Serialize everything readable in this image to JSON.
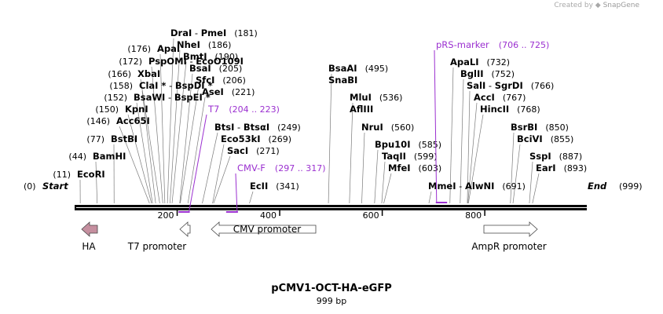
{
  "credit": {
    "prefix": "Created by",
    "brand": "SnapGene"
  },
  "title": "pCMV1-OCT-HA-eGFP",
  "length_label": "999 bp",
  "sequence_length": 999,
  "ruler": {
    "ticks": [
      200,
      400,
      600,
      800
    ]
  },
  "sites": [
    {
      "name": "DraI",
      "extra": "PmeI",
      "pos": "181",
      "bp": 181
    },
    {
      "name": "NheI",
      "pos": "186",
      "bp": 186
    },
    {
      "name": "ApaI",
      "pos": "176",
      "bp": 176,
      "side": "left"
    },
    {
      "name": "BmtI",
      "pos": "190",
      "bp": 190
    },
    {
      "name": "PspOMI",
      "extra": "EcoO109I",
      "pos": "172",
      "bp": 172,
      "side": "left"
    },
    {
      "name": "XbaI",
      "pos": "166",
      "bp": 166,
      "side": "left"
    },
    {
      "name": "BsaI",
      "pos": "205",
      "bp": 205
    },
    {
      "name": "SfcI",
      "pos": "206",
      "bp": 206
    },
    {
      "name": "ClaI *",
      "extra": "BspDI *",
      "pos": "158",
      "bp": 158,
      "side": "left"
    },
    {
      "name": "AseI",
      "pos": "221",
      "bp": 221
    },
    {
      "name": "BsaWI",
      "extra": "BspEI *",
      "pos": "152",
      "bp": 152,
      "side": "left"
    },
    {
      "name": "KpnI",
      "pos": "150",
      "bp": 150,
      "side": "left"
    },
    {
      "name": "Acc65I",
      "pos": "146",
      "bp": 146,
      "side": "left"
    },
    {
      "name": "BtsI",
      "extra": "BtsαI",
      "pos": "249",
      "bp": 249
    },
    {
      "name": "BstBI",
      "pos": "77",
      "bp": 77,
      "side": "left"
    },
    {
      "name": "Eco53kI",
      "pos": "269",
      "bp": 269
    },
    {
      "name": "SacI",
      "pos": "271",
      "bp": 271
    },
    {
      "name": "BamHI",
      "pos": "44",
      "bp": 44,
      "side": "left"
    },
    {
      "name": "EcoRI",
      "pos": "11",
      "bp": 11,
      "side": "left"
    },
    {
      "name": "EcII",
      "pos": "341",
      "bp": 341
    },
    {
      "name": "BsaAI",
      "pos": "495",
      "bp": 495
    },
    {
      "name": "SnaBI",
      "pos": "",
      "bp": 495
    },
    {
      "name": "MluI",
      "pos": "536",
      "bp": 536
    },
    {
      "name": "AflIII",
      "pos": "",
      "bp": 536
    },
    {
      "name": "NruI",
      "pos": "560",
      "bp": 560
    },
    {
      "name": "Bpu10I",
      "pos": "585",
      "bp": 585
    },
    {
      "name": "TaqII",
      "pos": "599",
      "bp": 599
    },
    {
      "name": "MfeI",
      "pos": "603",
      "bp": 603
    },
    {
      "name": "ApaLI",
      "pos": "732",
      "bp": 732
    },
    {
      "name": "BglII",
      "pos": "752",
      "bp": 752
    },
    {
      "name": "SalI",
      "extra": "SgrDI",
      "pos": "766",
      "bp": 766
    },
    {
      "name": "AccI",
      "pos": "767",
      "bp": 767
    },
    {
      "name": "HincII",
      "pos": "768",
      "bp": 768
    },
    {
      "name": "MmeI",
      "extra": "AlwNI",
      "pos": "691",
      "bp": 691
    },
    {
      "name": "BsrBI",
      "pos": "850",
      "bp": 850
    },
    {
      "name": "BciVI",
      "pos": "855",
      "bp": 855
    },
    {
      "name": "SspI",
      "pos": "887",
      "bp": 887
    },
    {
      "name": "EarI",
      "pos": "893",
      "bp": 893
    }
  ],
  "ends": {
    "start_label": "Start",
    "start_pos": "0",
    "end_label": "End",
    "end_pos": "999"
  },
  "primers": [
    {
      "name": "T7",
      "range": "(204 .. 223)",
      "start": 204,
      "end": 223
    },
    {
      "name": "CMV-F",
      "range": "(297 .. 317)",
      "start": 297,
      "end": 317
    },
    {
      "name": "pRS-marker",
      "range": "(706 .. 725)",
      "start": 706,
      "end": 725
    }
  ],
  "features": [
    {
      "name": "HA",
      "direction": "reverse",
      "color": "#c58f9f"
    },
    {
      "name": "T7 promoter",
      "direction": "reverse",
      "color": "#ffffff"
    },
    {
      "name": "CMV promoter",
      "direction": "reverse",
      "color": "#ffffff"
    },
    {
      "name": "AmpR promoter",
      "direction": "forward",
      "color": "#ffffff"
    }
  ],
  "colors": {
    "primer": "#9b30d0",
    "backbone": "#000000",
    "leader": "#7a7a7a"
  }
}
